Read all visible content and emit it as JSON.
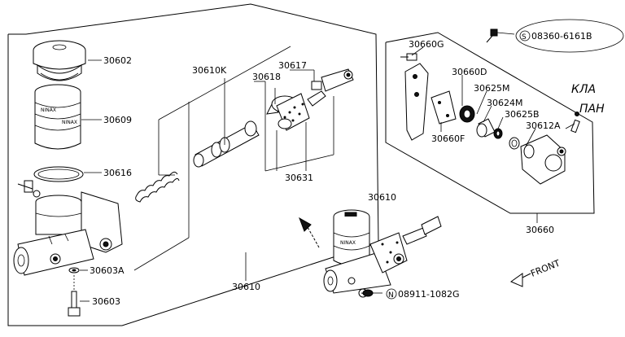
{
  "labels": {
    "p30602": "30602",
    "p30609": "30609",
    "p30616": "30616",
    "p30603A": "30603A",
    "p30603": "30603",
    "p30610K": "30610K",
    "p30617": "30617",
    "p30618": "30618",
    "p30631": "30631",
    "p30610_bottom": "30610",
    "p30610_top": "30610",
    "p30660G": "30660G",
    "p30660D": "30660D",
    "p30625M": "30625M",
    "p30624M": "30624M",
    "p30625B": "30625B",
    "p30612A": "30612A",
    "p30660F": "30660F",
    "p30660": "30660",
    "bolt_s_prefix": "S",
    "bolt_s": "08360-6161B",
    "nut_n_prefix": "N",
    "nut_n": "08911-1082G",
    "front": "FRONT",
    "hand_1": "КЛА",
    "hand_2": "ПАН"
  },
  "colors": {
    "line": "#000000",
    "background": "#ffffff"
  }
}
